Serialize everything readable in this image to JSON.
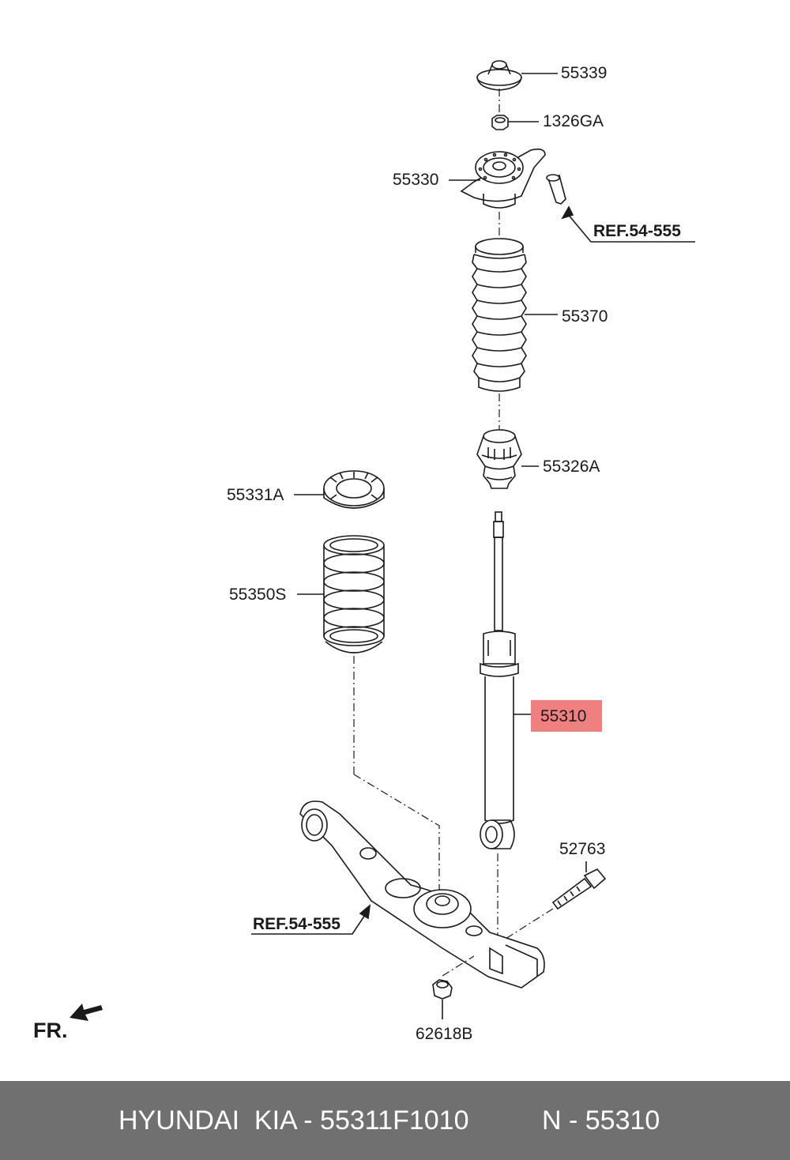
{
  "diagram": {
    "labels": {
      "p55339": "55339",
      "p1326GA": "1326GA",
      "p55330": "55330",
      "ref_top": "REF.54-555",
      "p55370": "55370",
      "p55326A": "55326A",
      "p55331A": "55331A",
      "p55350S": "55350S",
      "p55310": "55310",
      "p52763": "52763",
      "ref_bottom": "REF.54-555",
      "p62618B": "62618B",
      "fr": "FR."
    },
    "highlight_color": "#f08080"
  },
  "footer": {
    "brand_part": "HYUNDAI  KIA - 55311F1010",
    "ref_part": "N - 55310"
  }
}
